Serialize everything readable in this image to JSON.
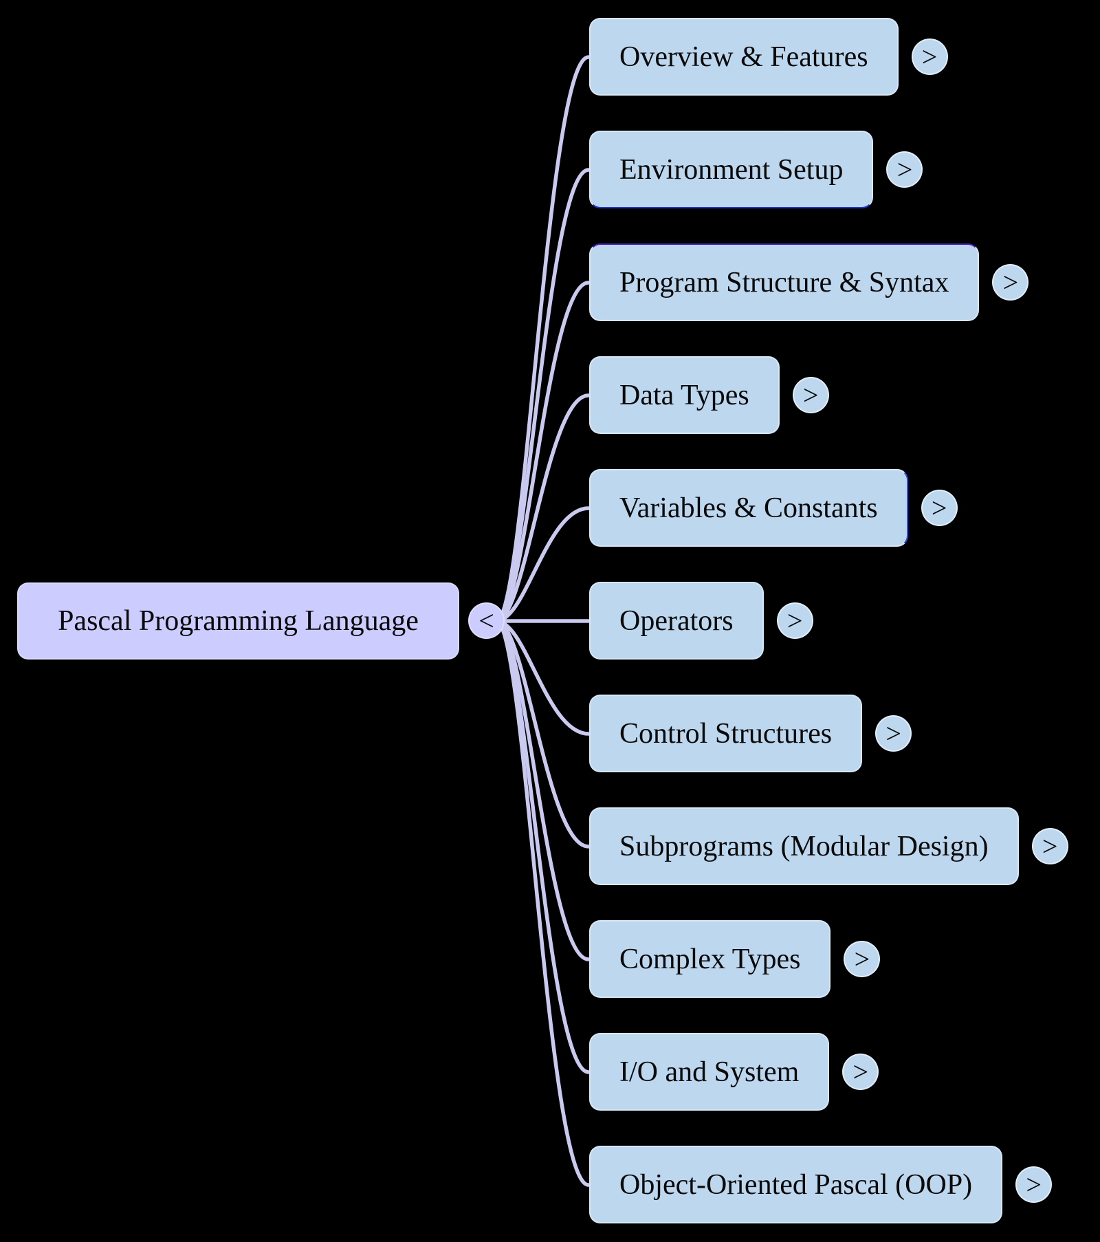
{
  "colors": {
    "background": "#000000",
    "root_fill": "#ccccff",
    "topic_fill": "#bdd7ee",
    "edge": "#cacaf0",
    "text": "#0a0a0a"
  },
  "root": {
    "label": "Pascal Programming Language",
    "collapse_icon": "<"
  },
  "children": [
    {
      "label": "Overview & Features",
      "expand_icon": ">"
    },
    {
      "label": "Environment Setup",
      "expand_icon": ">"
    },
    {
      "label": "Program Structure & Syntax",
      "expand_icon": ">"
    },
    {
      "label": "Data Types",
      "expand_icon": ">"
    },
    {
      "label": "Variables & Constants",
      "expand_icon": ">"
    },
    {
      "label": "Operators",
      "expand_icon": ">"
    },
    {
      "label": "Control Structures",
      "expand_icon": ">"
    },
    {
      "label": "Subprograms (Modular Design)",
      "expand_icon": ">"
    },
    {
      "label": "Complex Types",
      "expand_icon": ">"
    },
    {
      "label": "I/O and System",
      "expand_icon": ">"
    },
    {
      "label": "Object-Oriented Pascal (OOP)",
      "expand_icon": ">"
    }
  ]
}
